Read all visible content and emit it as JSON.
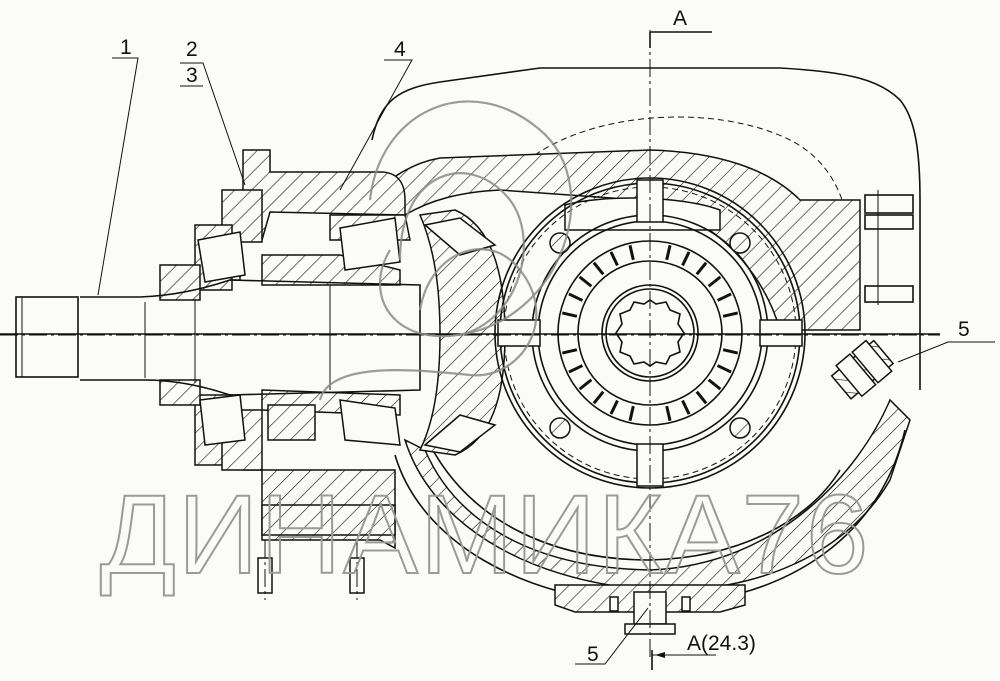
{
  "drawing": {
    "title": "Reduction gear cross-section",
    "callouts": [
      {
        "id": "1",
        "text": "1"
      },
      {
        "id": "2",
        "text": "2"
      },
      {
        "id": "3",
        "text": "3"
      },
      {
        "id": "4",
        "text": "4"
      },
      {
        "id": "5a",
        "text": "5"
      },
      {
        "id": "5b",
        "text": "5"
      }
    ],
    "section_top_label": "А",
    "section_bottom_label": "А(24.3)",
    "watermark": "ДИНАМИКА76",
    "colors": {
      "line": "#111111",
      "background": "#fbfcf9",
      "watermark": "#9a9a9a"
    }
  }
}
